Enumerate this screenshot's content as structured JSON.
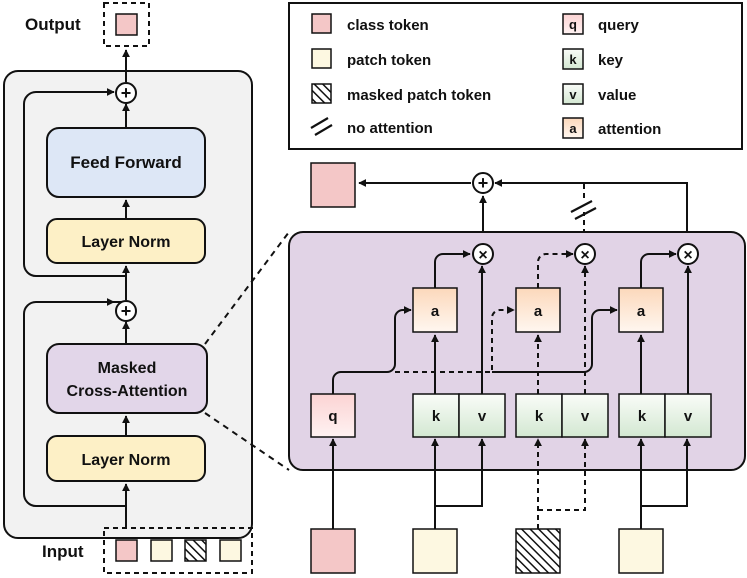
{
  "io": {
    "output_label": "Output",
    "input_label": "Input"
  },
  "block": {
    "feed_forward": "Feed Forward",
    "layer_norm_top": "Layer Norm",
    "attention_line1": "Masked",
    "attention_line2": "Cross-Attention",
    "layer_norm_bottom": "Layer Norm",
    "plus_symbol": "+"
  },
  "legend": {
    "class_token": "class token",
    "patch_token": "patch token",
    "masked_patch_token": "masked patch token",
    "no_attention": "no attention",
    "query_key": "q",
    "query": "query",
    "key_key": "k",
    "key": "key",
    "value_key": "v",
    "value": "value",
    "attention_key": "a",
    "attention": "attention"
  },
  "detail": {
    "q": "q",
    "k": "k",
    "v": "v",
    "a": "a",
    "times_symbol": "×",
    "plus_symbol": "+"
  },
  "colors": {
    "class_token": "#f4c7c7",
    "patch_token": "#fdf8e1",
    "layer_norm": "#fdf0c6",
    "feed_forward": "#dde7f6",
    "attention_block": "#e2d6e9",
    "panel": "#e1d3e6",
    "block_bg": "#f2f2f2",
    "key_value": "#deeede",
    "attn_cell": "#fde6d2"
  }
}
